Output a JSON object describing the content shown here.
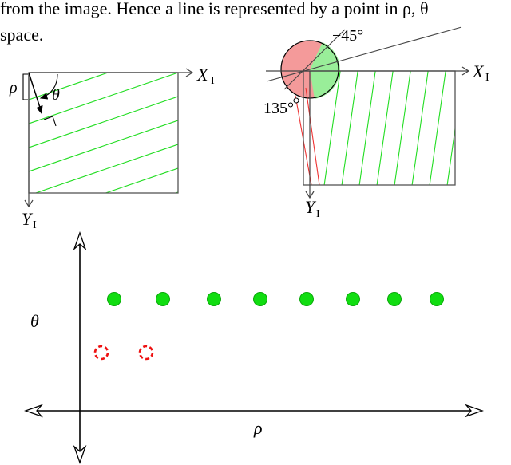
{
  "text": {
    "line1": "from the image. Hence a line is represented by a point in ρ, θ",
    "line2": "space."
  },
  "left_diagram": {
    "x_axis": "X",
    "x_sub": "I",
    "y_axis": "Y",
    "y_sub": "I",
    "rho": "ρ",
    "theta": "θ",
    "line_color": "#22dd22"
  },
  "right_diagram": {
    "x_axis": "X",
    "x_sub": "I",
    "y_axis": "Y",
    "y_sub": "I",
    "angle_neg": "−45°",
    "angle_pos": "135°",
    "green": "#22dd22",
    "red": "#ee3333"
  },
  "hough_space": {
    "rho_label": "ρ",
    "theta_label": "θ",
    "green_points": 8,
    "red_points": 2,
    "green": "#11dd11",
    "red": "#ee1111"
  }
}
